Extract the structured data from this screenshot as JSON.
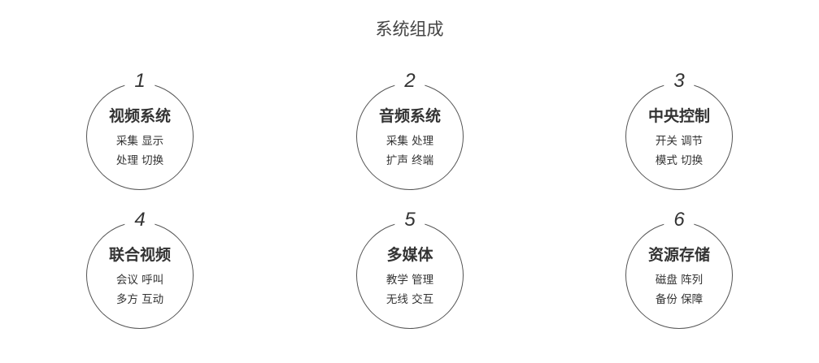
{
  "title": "系统组成",
  "items": [
    {
      "number": "1",
      "name": "视频系统",
      "line1": "采集 显示",
      "line2": "处理 切换"
    },
    {
      "number": "2",
      "name": "音频系统",
      "line1": "采集 处理",
      "line2": "扩声 终端"
    },
    {
      "number": "3",
      "name": "中央控制",
      "line1": "开关 调节",
      "line2": "模式 切换"
    },
    {
      "number": "4",
      "name": "联合视频",
      "line1": "会议 呼叫",
      "line2": "多方 互动"
    },
    {
      "number": "5",
      "name": "多媒体",
      "line1": "教学 管理",
      "line2": "无线 交互"
    },
    {
      "number": "6",
      "name": "资源存储",
      "line1": "磁盘 阵列",
      "line2": "备份 保障"
    }
  ]
}
